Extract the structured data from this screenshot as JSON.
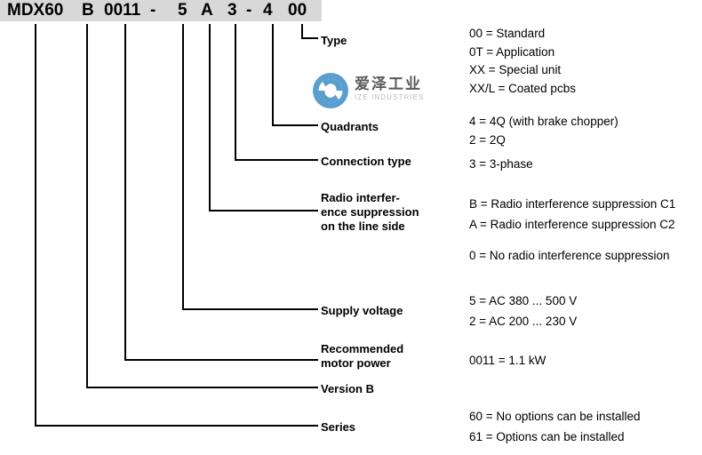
{
  "header": {
    "segments": [
      "MDX60",
      "B",
      "0011",
      "-",
      "5",
      "A",
      "3",
      "-",
      "4",
      "00"
    ]
  },
  "rows": [
    {
      "id": "type",
      "label_lines": [
        "Type"
      ],
      "values": [
        "00 = Standard",
        "0T = Application",
        "XX = Special unit",
        "XX/L = Coated pcbs"
      ]
    },
    {
      "id": "quadrants",
      "label_lines": [
        "Quadrants"
      ],
      "values": [
        "4 = 4Q (with brake chopper)",
        "2 = 2Q"
      ]
    },
    {
      "id": "connection-type",
      "label_lines": [
        "Connection type"
      ],
      "values": [
        "3 = 3-phase"
      ]
    },
    {
      "id": "radio-interference",
      "label_lines": [
        "Radio interfer-",
        "ence suppression",
        "on the line side"
      ],
      "values": [
        "B = Radio interference suppression C1",
        "A = Radio interference suppression C2",
        "0 = No radio interference suppression"
      ]
    },
    {
      "id": "supply-voltage",
      "label_lines": [
        "Supply voltage"
      ],
      "values": [
        "5 = AC 380 ... 500 V",
        "2 = AC 200 ... 230 V"
      ]
    },
    {
      "id": "motor-power",
      "label_lines": [
        "Recommended",
        "motor power"
      ],
      "values": [
        "0011 = 1.1 kW"
      ]
    },
    {
      "id": "version",
      "label_lines": [
        "Version B"
      ],
      "values": []
    },
    {
      "id": "series",
      "label_lines": [
        "Series"
      ],
      "values": [
        "60 = No options can be installed",
        "61 = Options can be installed"
      ]
    }
  ],
  "watermark": {
    "cn": "爱泽工业",
    "en": "IZE INDUSTRIES"
  },
  "colors": {
    "bar_bg": "#d8d8d8",
    "line": "#000000",
    "logo_blue": "#4b96cc",
    "logo_cn": "#4d4d4d",
    "logo_en": "#b3b3b3"
  }
}
